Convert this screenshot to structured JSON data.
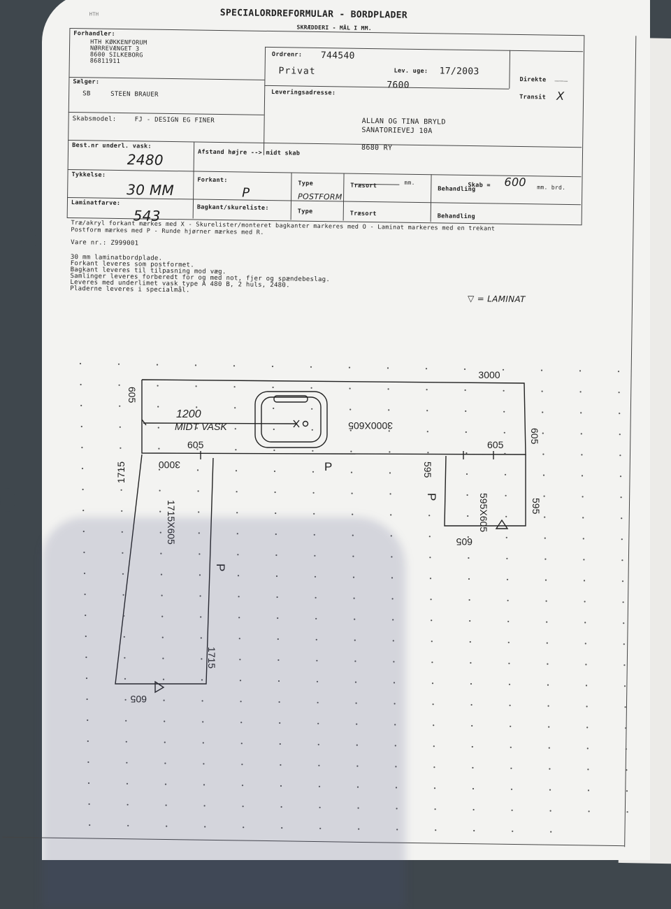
{
  "form": {
    "brand": "HTH",
    "title": "SPECIALORDREFORMULAR - BORDPLADER",
    "subtitle": "SKRÆDDERI - MÅL I MM."
  },
  "dealer": {
    "label": "Forhandler:",
    "lines": [
      "HTH KØKKENFORUM",
      "NØRREVÆNGET 3",
      "8600   SILKEBORG",
      "86811911"
    ]
  },
  "seller": {
    "label": "Sælger:",
    "code": "SB",
    "name": "STEEN BRAUER"
  },
  "cabinet": {
    "label": "Skabsmodel:",
    "value": "FJ - DESIGN EG FINER"
  },
  "order": {
    "label": "Ordrenr:",
    "number": "744540",
    "type": "Privat",
    "week_label": "Lev. uge:",
    "week": "17/2003",
    "code": "7600",
    "direct_label": "Direkte",
    "direct_value": "___",
    "transit_label": "Transit",
    "transit_value": "X"
  },
  "delivery": {
    "label": "Leveringsadresse:",
    "lines": [
      "ALLAN OG TINA BRYLD",
      "SANATORIEVEJ 10A",
      "8680  RY"
    ]
  },
  "sink": {
    "label": "Best.nr underl. vask:",
    "value": "2480"
  },
  "thickness": {
    "label": "Tykkelse:",
    "value": "30 MM"
  },
  "laminate": {
    "label": "Laminatfarve:",
    "value": "543"
  },
  "distance": {
    "label": "Afstand højre --> midt skab",
    "mm": "mm.",
    "cabinet_label": "Skab =",
    "cabinet_value": "600",
    "width_unit": "mm. brd."
  },
  "front": {
    "label": "Forkant:",
    "value": "P",
    "type_label": "Type",
    "type_value": "POSTFORM",
    "wood_label": "Træsort",
    "treat_label": "Behandling"
  },
  "back": {
    "label": "Bagkant/skureliste:",
    "type_label": "Type",
    "wood_label": "Træsort",
    "treat_label": "Behandling"
  },
  "legend": {
    "line1": "Træ/akryl forkant mærkes med X - Skurelister/monteret bagkanter markeres med O - Laminat markeres med en trekant",
    "line2": "Postform mærkes med P - Runde hjørner mærkes med R."
  },
  "item": {
    "line": "Vare nr.: Z999001"
  },
  "description": [
    "30 mm laminatbordplade.",
    "Forkant leveres som postformet.",
    "Bagkant leveres til tilpasning mod væg.",
    "Samlinger leveres forberedt for og med not, fjer og spændebeslag.",
    "Leveres med underlimet vask type A 480 B, 2 huls, 2480.",
    "Pladerne leveres i specialmål."
  ],
  "note": "▽ = LAMINAT",
  "drawing": {
    "top_length": "3000",
    "top_depth_left": "605",
    "top_depth_right": "605",
    "top_size": "3000X605",
    "sink_dist": "1200",
    "sink_text": "MIDT VASK",
    "bottom_3000": "3000",
    "left_605": "605",
    "right_605": "605",
    "postform_p": "P",
    "left_length": "1715",
    "left_size": "1715X605",
    "left_p": "P",
    "left_length_b": "1715",
    "left_width": "605",
    "right_depth": "595",
    "right_p": "P",
    "right_size": "595X605",
    "right_width": "605",
    "right_depth_b": "595"
  }
}
